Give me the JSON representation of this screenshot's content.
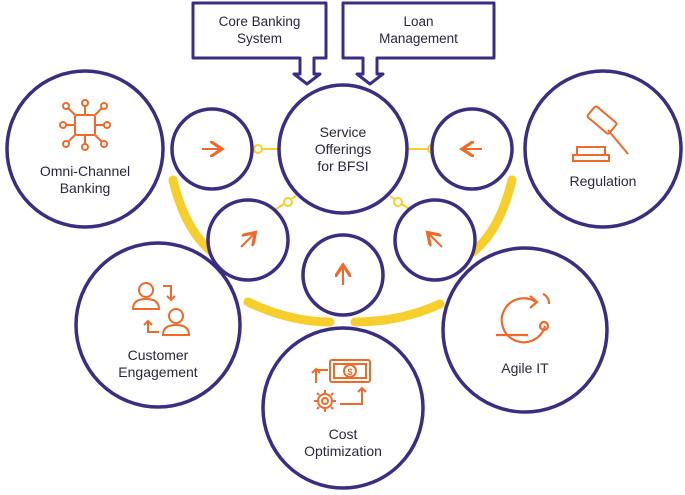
{
  "callouts": [
    {
      "line1": "Core Banking",
      "line2": "System"
    },
    {
      "line1": "Loan",
      "line2": "Management"
    }
  ],
  "center": {
    "line1": "Service",
    "line2": "Offerings",
    "line3": "for BFSI"
  },
  "nodes": {
    "omni_channel": {
      "line1": "Omni-Channel",
      "line2": "Banking",
      "icon": "network-hub-icon"
    },
    "regulation": {
      "line1": "Regulation",
      "icon": "gavel-icon"
    },
    "customer_engagement": {
      "line1": "Customer",
      "line2": "Engagement",
      "icon": "user-exchange-icon"
    },
    "agile_it": {
      "line1": "Agile IT",
      "icon": "agile-cycle-icon"
    },
    "cost_optimization": {
      "line1": "Cost",
      "line2": "Optimization",
      "icon": "money-gear-icon"
    }
  },
  "colors": {
    "outline": "#3a2d82",
    "icon": "#ef6a2a",
    "connector": "#f7cf2c",
    "text": "#2b2540"
  }
}
